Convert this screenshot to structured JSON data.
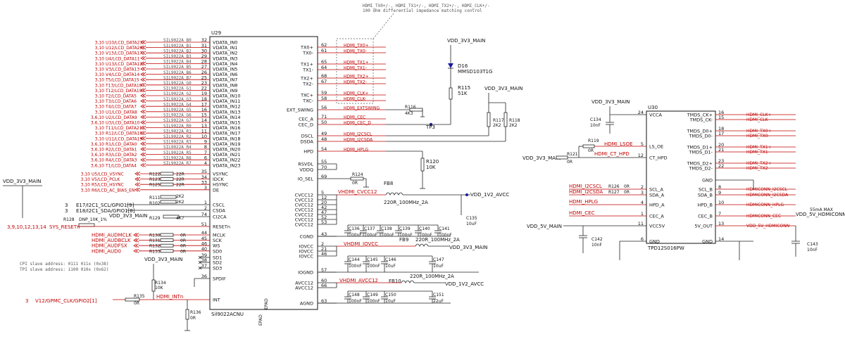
{
  "annotation": {
    "line1": "HDMI_TX0+/-, HDMI_TX1+/-, HDMI_TX2+/-, HDMI_CLK+/-",
    "line2": "100 Ohm differential impedance matching control"
  },
  "u29": {
    "ref": "U29",
    "part": "Sil9022ACNU",
    "epad_labels": [
      "EPAD",
      "EPAD"
    ],
    "left_inputs": [
      {
        "sheet": "3,10",
        "net": "U10/LCD_DATA23",
        "sil": "SIL9022A_B0",
        "pin": "32",
        "name": "VDATA_IN0"
      },
      {
        "sheet": "3,10",
        "net": "U12/LCD_DATA20",
        "sil": "SIL9022A_B1",
        "pin": "31",
        "name": "VDATA_IN1"
      },
      {
        "sheet": "3,10",
        "net": "V13/LCD_DATA17",
        "sil": "SIL9022A_B2",
        "pin": "30",
        "name": "VDATA_IN2"
      },
      {
        "sheet": "3,10",
        "net": "U4/LCD_DATA11",
        "sil": "SIL9022A_B3",
        "pin": "29",
        "name": "VDATA_IN3"
      },
      {
        "sheet": "3,10",
        "net": "U13/LCD_DATA12",
        "sil": "SIL9022A_B4",
        "pin": "28",
        "name": "VDATA_IN4"
      },
      {
        "sheet": "3,10",
        "net": "V3/LCD_DATA13",
        "sil": "SIL9022A_B5",
        "pin": "27",
        "name": "VDATA_IN5"
      },
      {
        "sheet": "3,10",
        "net": "V4/LCD_DATA14",
        "sil": "SIL9022A_B6",
        "pin": "26",
        "name": "VDATA_IN6"
      },
      {
        "sheet": "3,10",
        "net": "T5/LCD_DATA15",
        "sil": "SIL9022A_B7",
        "pin": "25",
        "name": "VDATA_IN7"
      },
      {
        "sheet": "3,10",
        "net": "T13/LCD_DATA18",
        "sil": "SIL9022A_G0",
        "pin": "23",
        "name": "VDATA_IN8"
      },
      {
        "sheet": "3,10",
        "net": "T12/LCD_DATA19",
        "sil": "SIL9022A_G1",
        "pin": "22",
        "name": "VDATA_IN9"
      },
      {
        "sheet": "3,10",
        "net": "T2/LCD_DATA5",
        "sil": "SIL9022A_G2",
        "pin": "19",
        "name": "VDATA_IN10"
      },
      {
        "sheet": "3,10",
        "net": "T3/LCD_DATA6",
        "sil": "SIL9022A_G3",
        "pin": "18",
        "name": "VDATA_IN11"
      },
      {
        "sheet": "3,10",
        "net": "T4/LCD_DATA7",
        "sil": "SIL9022A_G4",
        "pin": "17",
        "name": "VDATA_IN12"
      },
      {
        "sheet": "3,10",
        "net": "U1/LCD_DATA8",
        "sil": "SIL9022A_G5",
        "pin": "16",
        "name": "VDATA_IN13"
      },
      {
        "sheet": "3,6,10",
        "net": "U2/LCD_DATA9",
        "sil": "SIL9022A_G6",
        "pin": "15",
        "name": "VDATA_IN14"
      },
      {
        "sheet": "3,6,10",
        "net": "U3/LCD_DATA10",
        "sil": "SIL9022A_G7",
        "pin": "14",
        "name": "VDATA_IN15"
      },
      {
        "sheet": "3,10",
        "net": "T11/LCD_DATA21",
        "sil": "SIL9022A_R0",
        "pin": "13",
        "name": "VDATA_IN16"
      },
      {
        "sheet": "3,10",
        "net": "R12/LCD_DATA18",
        "sil": "SIL9022A_R1",
        "pin": "11",
        "name": "VDATA_IN17"
      },
      {
        "sheet": "3,10",
        "net": "U11/LCD_DATA19",
        "sil": "SIL9022A_R2",
        "pin": "10",
        "name": "VDATA_IN18"
      },
      {
        "sheet": "3,6,10",
        "net": "R1/LCD_DATA0",
        "sil": "SIL9022A_R3",
        "pin": "9",
        "name": "VDATA_IN19"
      },
      {
        "sheet": "3,6,10",
        "net": "R2/LCD_DATA1",
        "sil": "SIL9022A_R4",
        "pin": "8",
        "name": "VDATA_IN20"
      },
      {
        "sheet": "3,6,10",
        "net": "R3/LCD_DATA2",
        "sil": "SIL9022A_R5",
        "pin": "7",
        "name": "VDATA_IN21"
      },
      {
        "sheet": "3,6,10",
        "net": "R4/LCD_DATA3",
        "sil": "SIL9022A_R6",
        "pin": "6",
        "name": "VDATA_IN22"
      },
      {
        "sheet": "3,6,10",
        "net": "T1/LCD_DATA4",
        "sil": "SIL9022A_R7",
        "pin": "4",
        "name": "VDATA_IN23"
      }
    ],
    "left_sync": [
      {
        "sheet": "3,10",
        "net": "U5/LCD_VSYNC",
        "ref": "R122",
        "val": "22R",
        "pin": "35",
        "name": "VSYNC"
      },
      {
        "sheet": "3,10",
        "net": "V5/LCD_PCLK",
        "ref": "R123",
        "val": "22R",
        "pin": "34",
        "name": "IDCK"
      },
      {
        "sheet": "3,10",
        "net": "R5/LCD_HSYNC",
        "ref": "R125",
        "val": "22R",
        "pin": "33",
        "name": "HSYNC"
      },
      {
        "sheet": "3,10",
        "net": "R6/LCD_AC_BIAS_EN",
        "ref": "",
        "val": "",
        "pin": "3",
        "name": "DE"
      }
    ],
    "left_ctrl": [
      {
        "pin": "1",
        "name": "CSCL"
      },
      {
        "pin": "2",
        "name": "CSDA"
      },
      {
        "pin": "74",
        "name": "CI2CA"
      },
      {
        "pin": "51",
        "name": "RESETn"
      }
    ],
    "left_audio": [
      {
        "net": "HDMI_AUDMCLK",
        "ref": "R130",
        "val": "0R",
        "pin": "44",
        "name": "MCLK"
      },
      {
        "net": "HDMI_AUDBCLK",
        "ref": "R131",
        "val": "0R",
        "pin": "45",
        "name": "SCK"
      },
      {
        "net": "HDMI_AUDFSX",
        "ref": "R132",
        "val": "0R",
        "pin": "46",
        "name": "WS"
      },
      {
        "net": "HDMI_AUD0",
        "ref": "R133",
        "val": "0R",
        "pin": "40",
        "name": "SD0"
      }
    ],
    "left_sd": [
      {
        "pin": "39",
        "name": "SD1"
      },
      {
        "pin": "38",
        "name": "SD2"
      },
      {
        "pin": "37",
        "name": "SD3"
      },
      {
        "pin": "36",
        "name": "SPDIF"
      },
      {
        "pin": "",
        "name": "INT"
      }
    ],
    "right_tmds": [
      {
        "name": "TX0+",
        "pin": "62",
        "net": "HDMI_TX0+"
      },
      {
        "name": "TX0-",
        "pin": "61",
        "net": "HDMI_TX0-"
      },
      {
        "name": "TX1+",
        "pin": "65",
        "net": "HDMI_TX1+"
      },
      {
        "name": "TX1-",
        "pin": "64",
        "net": "HDMI_TX1-"
      },
      {
        "name": "TX2+",
        "pin": "68",
        "net": "HDMI_TX2+"
      },
      {
        "name": "TX2-",
        "pin": "67",
        "net": "HDMI_TX2-"
      },
      {
        "name": "TXC+",
        "pin": "59",
        "net": "HDMI_CLK+"
      },
      {
        "name": "TXC-",
        "pin": "58",
        "net": "HDMI_CLK-"
      }
    ],
    "right_misc": [
      {
        "name": "EXT_SWING",
        "pin": "56",
        "net": "HDMI_EXTSWING"
      },
      {
        "name": "CEC_A",
        "pin": "71",
        "net": "HDMI_CEC"
      },
      {
        "name": "CEC_D",
        "pin": "50",
        "net": "HDMI_CEC_D"
      },
      {
        "name": "DSCL",
        "pin": "49",
        "net": "HDMI_I2CSCL"
      },
      {
        "name": "DSDA",
        "pin": "48",
        "net": "HDMI_I2CSDA"
      },
      {
        "name": "HPD",
        "pin": "54",
        "net": "HDMI_HPLG"
      },
      {
        "name": "RSVDL",
        "pin": "55",
        "net": ""
      },
      {
        "name": "VDDQ",
        "pin": "70",
        "net": ""
      },
      {
        "name": "IO_SEL",
        "pin": "69",
        "net": ""
      }
    ],
    "right_power": [
      {
        "name": "CVCC12",
        "pin": "5"
      },
      {
        "name": "CVCC12",
        "pin": "12"
      },
      {
        "name": "CVCC12",
        "pin": "20"
      },
      {
        "name": "CVCC12",
        "pin": "42"
      },
      {
        "name": "CVCC12",
        "pin": "47"
      },
      {
        "name": "CVCC12",
        "pin": "52"
      },
      {
        "name": "CVCC12",
        "pin": "53"
      },
      {
        "name": "CGND",
        "pin": "43"
      },
      {
        "name": "IOVCC",
        "pin": "2"
      },
      {
        "name": "IOVCC",
        "pin": "21"
      },
      {
        "name": "IOVCC",
        "pin": "46"
      },
      {
        "name": "IOGND",
        "pin": "57"
      },
      {
        "name": "AVCC12",
        "pin": "60"
      },
      {
        "name": "AVCC12",
        "pin": "66"
      },
      {
        "name": "AGND",
        "pin": "63"
      }
    ]
  },
  "u30": {
    "ref": "U30",
    "part": "TPD12S016PW",
    "left": [
      {
        "name": "VCCA",
        "pin": "24"
      },
      {
        "name": "LS_OE",
        "pin": "5"
      },
      {
        "name": "CT_HPD",
        "pin": "12"
      },
      {
        "name": "SCL_A",
        "pin": "2"
      },
      {
        "name": "SDA_A",
        "pin": "3"
      },
      {
        "name": "HPD_A",
        "pin": "4"
      },
      {
        "name": "CEC_A",
        "pin": "1"
      },
      {
        "name": "VCC5V",
        "pin": "11"
      },
      {
        "name": "GND",
        "pin": "6"
      }
    ],
    "right": [
      {
        "name": "TMDS_CK+",
        "pin": "16",
        "net": "HDMI_CLK+"
      },
      {
        "name": "TMDS_CK-",
        "pin": "15",
        "net": "HDMI_CLK-"
      },
      {
        "name": "TMDS_D0+",
        "pin": "18",
        "net": "HDMI_TX0+"
      },
      {
        "name": "TMDS_D0-",
        "pin": "17",
        "net": "HDMI_TX0-"
      },
      {
        "name": "TMDS_D1+",
        "pin": "20",
        "net": "HDMI_TX1+"
      },
      {
        "name": "TMDS_D1-",
        "pin": "21",
        "net": "HDMI_TX1-"
      },
      {
        "name": "TMDS_D2+",
        "pin": "23",
        "net": "HDMI_TX2+"
      },
      {
        "name": "TMDS_D2-",
        "pin": "22",
        "net": "HDMI_TX2-"
      },
      {
        "name": "GND",
        "pin": "",
        "net": ""
      },
      {
        "name": "SCL_B",
        "pin": "8",
        "net": "HDMICONN_I2CSCL"
      },
      {
        "name": "SDA_B",
        "pin": "9",
        "net": "HDMICONN_I2CSDA"
      },
      {
        "name": "HPD_B",
        "pin": "10",
        "net": "HDMICONN_HPLG"
      },
      {
        "name": "CEC_B",
        "pin": "7",
        "net": "HDMICONN_CEC"
      },
      {
        "name": "5V_OUT",
        "pin": "13",
        "net": "VDD_5V_HDMICONN"
      },
      {
        "name": "GND",
        "pin": "14",
        "net": ""
      }
    ],
    "left_nets": {
      "lsoe": "HDMI_LSOE",
      "cthpd": "HDMI_CT_HPD",
      "scl": "HDMI_I2CSCL",
      "sda": "HDMI_I2CSDA",
      "hpd": "HDMI_HPLG",
      "cec": "HDMI_CEC"
    }
  },
  "power": {
    "vdd33": "VDD_3V3_MAIN",
    "vdd12": "VDD_1V2_AVCC",
    "vdd5": "VDD_5V_MAIN",
    "hdmiconn": "VDD_5V_HDMICONN",
    "max": "55mA MAX"
  },
  "parts": {
    "d16": {
      "ref": "D16",
      "val": "MMSD103T1G"
    },
    "r115": {
      "ref": "R115",
      "val": "51K"
    },
    "r116": {
      "ref": "R116",
      "val": "4K3"
    },
    "tp3": "TP3",
    "r117": {
      "ref": "R117",
      "val": "2K2"
    },
    "r118": {
      "ref": "R118",
      "val": "2K2"
    },
    "r120": {
      "ref": "R120",
      "val": "10K"
    },
    "r124": {
      "ref": "R124",
      "val": "0R"
    },
    "fb8": {
      "ref": "FB8",
      "val": "220R_100MHz_2A"
    },
    "fb9": {
      "ref": "FB9",
      "val": "220R_100MHz_2A"
    },
    "fb10": {
      "ref": "FB10",
      "val": "220R_100MHz_2A"
    },
    "c135": {
      "ref": "C135",
      "val": "10uF"
    },
    "row1": [
      {
        "ref": "C136",
        "val": "100nF"
      },
      {
        "ref": "C137",
        "val": "100nF"
      },
      {
        "ref": "C138",
        "val": "100nF"
      },
      {
        "ref": "C139",
        "val": "100nF"
      },
      {
        "ref": "C140",
        "val": "100nF"
      },
      {
        "ref": "C141",
        "val": "100nF"
      }
    ],
    "row2": [
      {
        "ref": "C144",
        "val": "100nF"
      },
      {
        "ref": "C145",
        "val": "100nF"
      },
      {
        "ref": "C146",
        "val": "10uF"
      },
      {
        "ref": "C147",
        "val": "10uF"
      }
    ],
    "row3": [
      {
        "ref": "C148",
        "val": "100nF"
      },
      {
        "ref": "C149",
        "val": "100nF"
      },
      {
        "ref": "C150",
        "val": "10uF"
      },
      {
        "ref": "C151",
        "val": "22uF"
      }
    ],
    "r111": {
      "ref": "R111",
      "val": "2K2"
    },
    "r102": {
      "ref": "R102",
      "val": "2K2"
    },
    "r129": {
      "ref": "R129",
      "val": "4K7"
    },
    "r128": {
      "ref": "R128",
      "val": "DNP_10K_1%"
    },
    "r134": {
      "ref": "R134",
      "val": "10K"
    },
    "r135": {
      "ref": "R135",
      "val": "0R"
    },
    "r136": {
      "ref": "R136",
      "val": "0R"
    },
    "c134": {
      "ref": "C134",
      "val": "10nF"
    },
    "c142": {
      "ref": "C142",
      "val": "10nF"
    },
    "c143": {
      "ref": "C143",
      "val": "10nF"
    },
    "r119": {
      "ref": "R119",
      "val": "0R"
    },
    "r121": {
      "ref": "R121",
      "val": "0R"
    },
    "r126": {
      "ref": "R126",
      "val": "0R"
    },
    "r127": {
      "ref": "R127",
      "val": "0R"
    }
  },
  "nets_left": {
    "i2c_sheet1": "3",
    "i2c_net1": "E17/I2C1_SCL/GPIO1[9]",
    "i2c_sheet2": "3",
    "i2c_net2": "E18/I2C1_SDA/GPIO1[8]",
    "reset_sheet": "3,9,10,12,13,14",
    "reset_net": "SYS_RESETn",
    "int_sheet": "3",
    "int_net": "V12/GPMC_CLK/GPIO2[1]",
    "int_local": "HDMI_INTn"
  },
  "notes": {
    "cpi": "CPI slave address: 0111 011x (0x38)",
    "tpi": "TPI slave address: 1100 010x (0x62)"
  }
}
